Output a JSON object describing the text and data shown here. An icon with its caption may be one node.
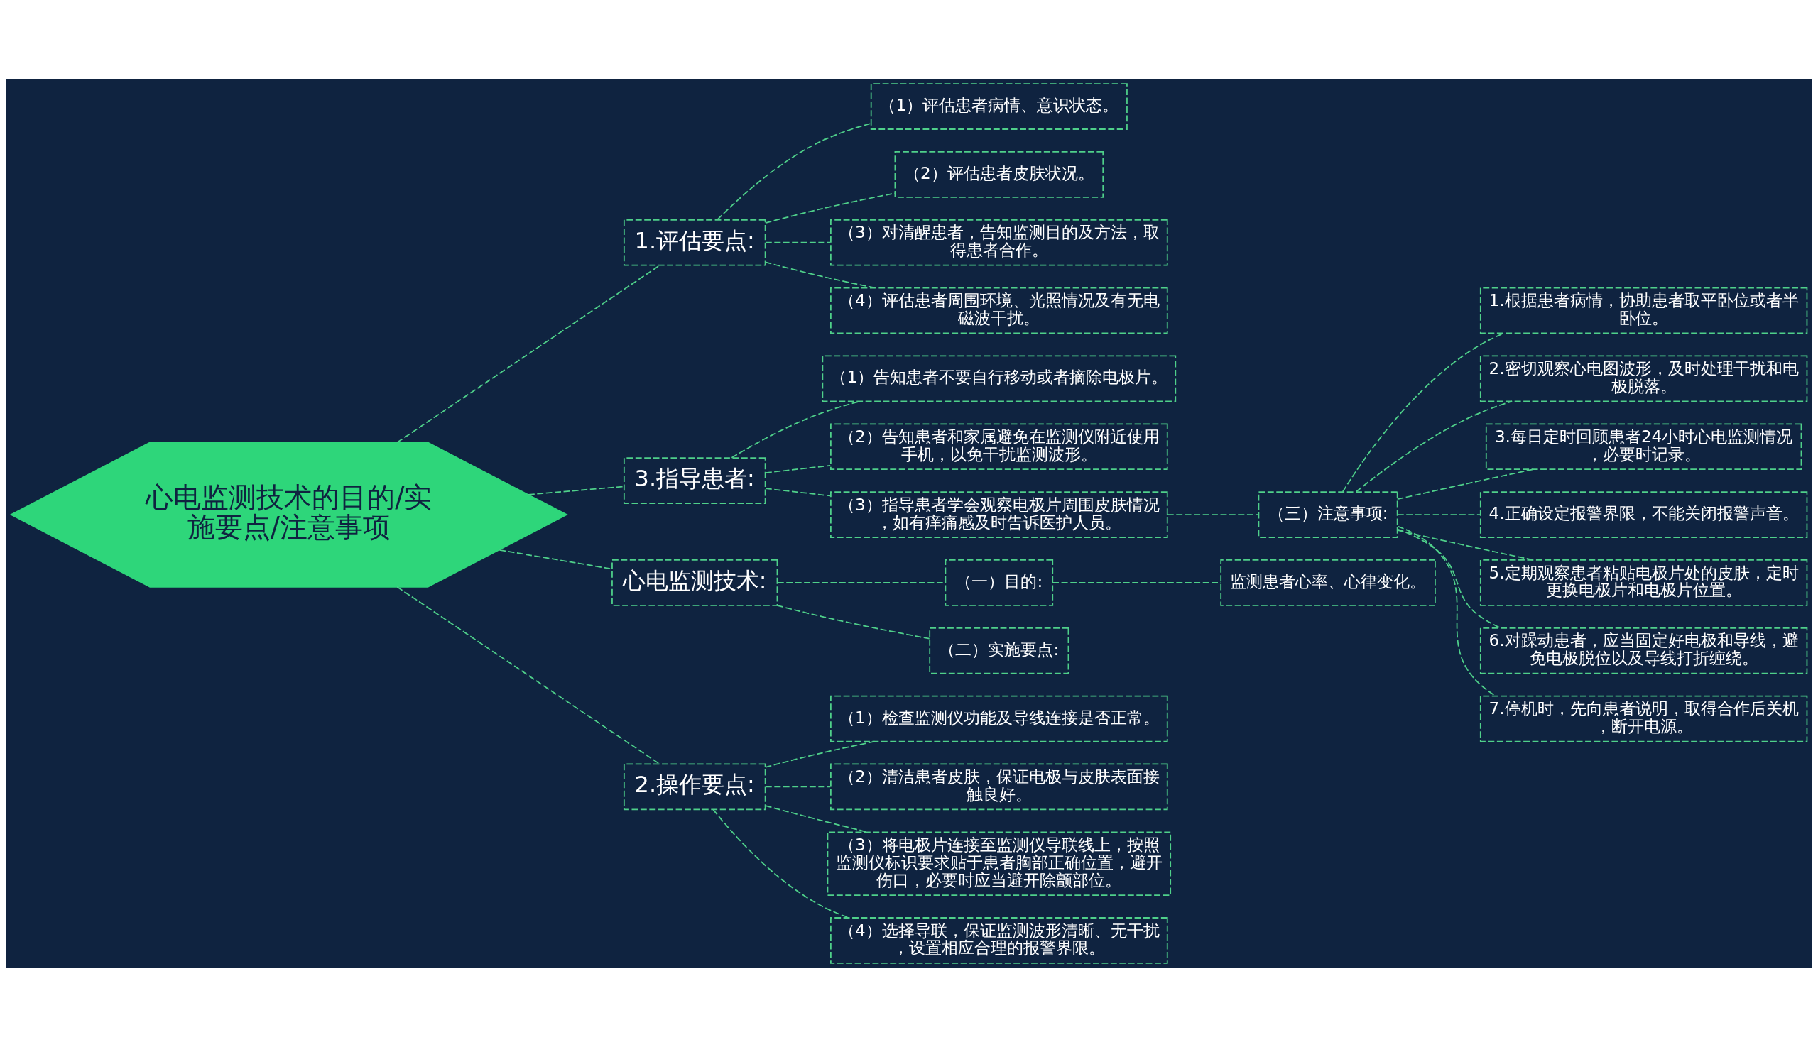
{
  "diagram": {
    "nodes": [
      {
        "text": [
          "心电监测技术的目的/实施要点/注意事项"
        ]
      },
      {
        "text": [
          "1.评估要点:"
        ]
      },
      {
        "text": [
          "（1）评估患者病情、意识状态。"
        ]
      },
      {
        "text": [
          "（2）评估患者皮肤状况。"
        ]
      },
      {
        "text": [
          "（3）对清醒患者，告知监测目的及方法，取得患者合作。"
        ]
      },
      {
        "text": [
          "（4）评估患者周围环境、光照情况及有无电磁波干扰。"
        ]
      },
      {
        "text": [
          "3.指导患者:"
        ]
      },
      {
        "text": [
          "（1）告知患者不要自行移动或者摘除电极片。"
        ]
      },
      {
        "text": [
          "（2）告知患者和家属避免在监测仪附近使用手机，以免干扰监测波形。"
        ]
      },
      {
        "text": [
          "（3）指导患者学会观察电极片周围皮肤情况，如有痒痛感及时告诉医护人员。"
        ]
      },
      {
        "text": [
          "（三）注意事项:"
        ]
      },
      {
        "text": [
          "1.根据患者病情，协助患者取平卧位或者半卧位。"
        ]
      },
      {
        "text": [
          "2.密切观察心电图波形，及时处理干扰和电极脱落。"
        ]
      },
      {
        "text": [
          "3.每日定时回顾患者24小时心电监测情况，必要时记录。"
        ]
      },
      {
        "text": [
          "4.正确设定报警界限，不能关闭报警声音。"
        ]
      },
      {
        "text": [
          "5.定期观察患者粘贴电极片处的皮肤，定时更换电极片和电极片位置。"
        ]
      },
      {
        "text": [
          "6.对躁动患者，应当固定好电极和导线，避免电极脱位以及导线打折缠绕。"
        ]
      },
      {
        "text": [
          "7.停机时，先向患者说明，取得合作后关机，断开电源。"
        ]
      },
      {
        "text": [
          "心电监测技术:"
        ]
      },
      {
        "text": [
          "（一）目的:"
        ]
      },
      {
        "text": [
          "监测患者心率、心律变化。"
        ]
      },
      {
        "text": [
          "（二）实施要点:"
        ]
      },
      {
        "text": [
          "2.操作要点:"
        ]
      },
      {
        "text": [
          "（1）检查监测仪功能及导线连接是否正常。"
        ]
      },
      {
        "text": [
          "（2）清洁患者皮肤，保证电极与皮肤表面接触良好。"
        ]
      },
      {
        "text": [
          "（3）将电极片连接至监测仪导联线上，按照监测仪标识要求贴于患者胸部正确位置，避开伤口，必要时应当避开除颤部位。"
        ]
      },
      {
        "text": [
          "（4）选择导联，保证监测波形清晰、无干扰，设置相应合理的报警界限。"
        ]
      }
    ],
    "edges": [
      {
        "from": 0,
        "to": 1,
        "arrow": "none",
        "style": "dashed"
      },
      {
        "from": 1,
        "to": 2,
        "arrow": "none",
        "style": "dashed"
      },
      {
        "from": 1,
        "to": 3,
        "arrow": "none",
        "style": "dashed"
      },
      {
        "from": 1,
        "to": 4,
        "arrow": "none",
        "style": "dashed"
      },
      {
        "from": 1,
        "to": 5,
        "arrow": "none",
        "style": "dashed"
      },
      {
        "from": 0,
        "to": 6,
        "arrow": "none",
        "style": "dashed"
      },
      {
        "from": 6,
        "to": 7,
        "arrow": "none",
        "style": "dashed"
      },
      {
        "from": 6,
        "to": 8,
        "arrow": "none",
        "style": "dashed"
      },
      {
        "from": 6,
        "to": 9,
        "arrow": "none",
        "style": "dashed"
      },
      {
        "from": 9,
        "to": 10,
        "arrow": "none",
        "style": "dashed"
      },
      {
        "from": 10,
        "to": 11,
        "arrow": "none",
        "style": "dashed"
      },
      {
        "from": 10,
        "to": 12,
        "arrow": "none",
        "style": "dashed"
      },
      {
        "from": 10,
        "to": 13,
        "arrow": "none",
        "style": "dashed"
      },
      {
        "from": 10,
        "to": 14,
        "arrow": "none",
        "style": "dashed"
      },
      {
        "from": 10,
        "to": 15,
        "arrow": "none",
        "style": "dashed"
      },
      {
        "from": 10,
        "to": 16,
        "arrow": "none",
        "style": "dashed"
      },
      {
        "from": 10,
        "to": 17,
        "arrow": "none",
        "style": "dashed"
      },
      {
        "from": 0,
        "to": 18,
        "arrow": "none",
        "style": "dashed"
      },
      {
        "from": 18,
        "to": 19,
        "arrow": "none",
        "style": "dashed"
      },
      {
        "from": 19,
        "to": 20,
        "arrow": "none",
        "style": "dashed"
      },
      {
        "from": 18,
        "to": 21,
        "arrow": "none",
        "style": "dashed"
      },
      {
        "from": 0,
        "to": 22,
        "arrow": "none",
        "style": "dashed"
      },
      {
        "from": 22,
        "to": 23,
        "arrow": "none",
        "style": "dashed"
      },
      {
        "from": 22,
        "to": 24,
        "arrow": "none",
        "style": "dashed"
      },
      {
        "from": 22,
        "to": 25,
        "arrow": "none",
        "style": "dashed"
      },
      {
        "from": 22,
        "to": 26,
        "arrow": "none",
        "style": "dashed"
      }
    ]
  }
}
